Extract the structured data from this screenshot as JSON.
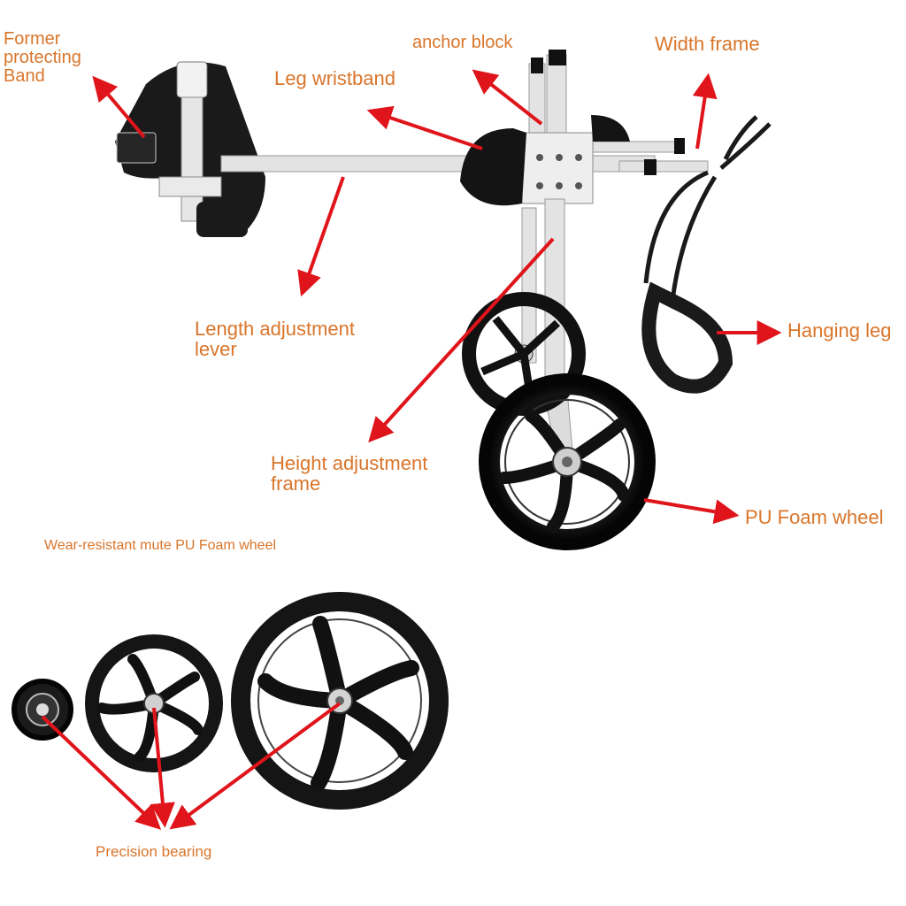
{
  "labels": {
    "former_protecting_band": "Former protecting Band",
    "former_line1": "Former",
    "former_line2": "protecting",
    "former_line3": "Band",
    "anchor_block": "anchor block",
    "width_frame": "Width frame",
    "leg_wristband": "Leg wristband",
    "length_adjustment_lever_line1": "Length adjustment",
    "length_adjustment_lever_line2": "lever",
    "hanging_leg": "Hanging leg",
    "height_adjustment_frame_line1": "Height adjustment",
    "height_adjustment_frame_line2": "frame",
    "pu_foam_wheel": "PU Foam wheel",
    "wear_resistant_caption": "Wear-resistant mute PU Foam wheel",
    "precision_bearing": "Precision bearing"
  },
  "colors": {
    "label": "#d9752a",
    "arrow": "#e0141b",
    "frame": "#e3e3e3",
    "frame_edge": "#9a9a9a",
    "rubber": "#141414",
    "hub": "#c8c8c8"
  },
  "icons": {
    "pointer": "red-arrow"
  }
}
